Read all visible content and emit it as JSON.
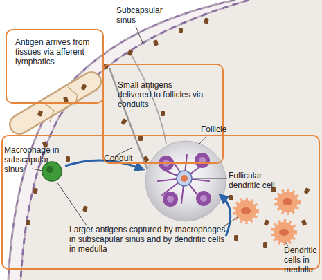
{
  "diagram": {
    "nodes": [
      {
        "text": [
          "Antigen arrives from tissues via afferent lymphatics"
        ]
      },
      {
        "text": [
          "Small antigens delivered to follicles via conduits"
        ]
      },
      {
        "text": [
          "Larger antigens captured by macrophages in subscapular sinus and by dendritic cells in medulla"
        ]
      }
    ],
    "labels": [
      "Subcapsular sinus",
      "Follicle",
      "Macrophage in subscapular sinus",
      "Conduit",
      "Follicular dendritic cell",
      "Dendritic cells in medulla"
    ]
  }
}
